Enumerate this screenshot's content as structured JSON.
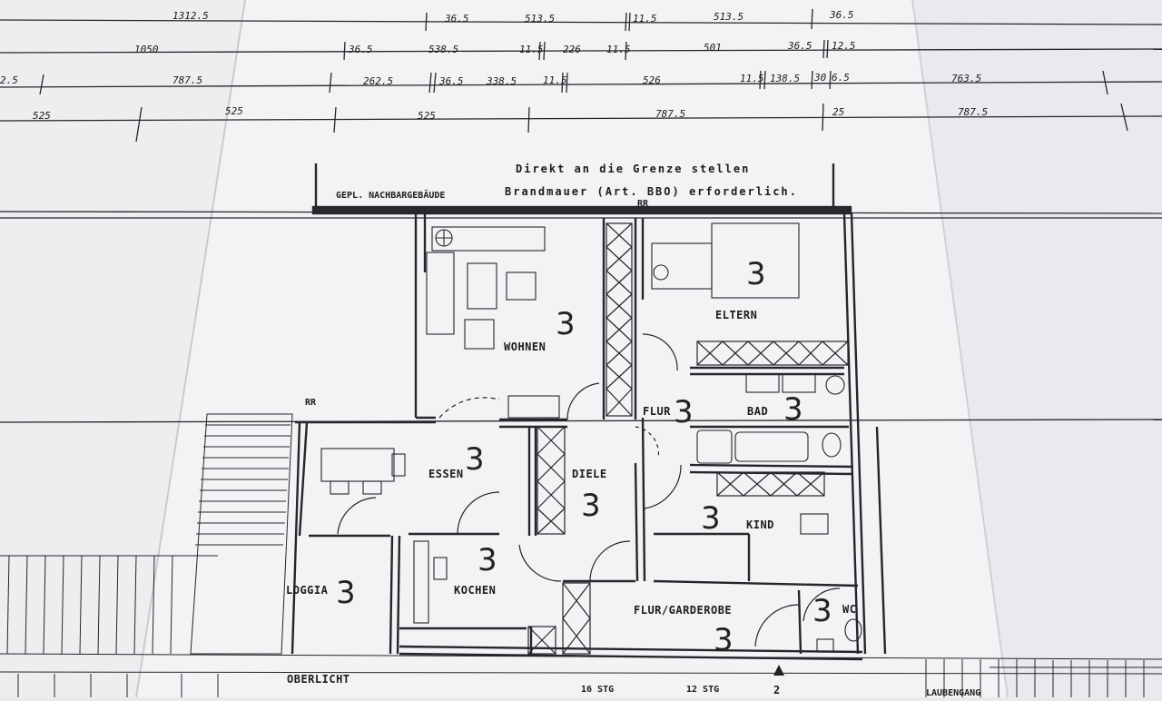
{
  "dimensions": {
    "row1": [
      "1312.5",
      "36.5",
      "513.5",
      "11.5",
      "513.5",
      "36.5"
    ],
    "row2": [
      "1050",
      "36.5",
      "538.5",
      "11.5",
      "226",
      "11.5",
      "501",
      "36.5",
      "12.5"
    ],
    "row3": [
      "2.5",
      "787.5",
      "262.5",
      "36.5",
      "338.5",
      "11.5",
      "526",
      "11.5",
      "138.5",
      "30",
      "6.5",
      "763.5"
    ],
    "row4": [
      "525",
      "525",
      "525",
      "787.5",
      "25",
      "787.5"
    ]
  },
  "notes": {
    "line1": "Direkt an die Grenze stellen",
    "line2": "Brandmauer (Art.    BBO) erforderlich.",
    "neighbor": "GEPL. NACHBARGEBÄUDE",
    "rr_top": "RR",
    "rr_side": "RR"
  },
  "rooms": {
    "wohnen": "WOHNEN",
    "eltern": "ELTERN",
    "flur": "FLUR",
    "bad": "BAD",
    "essen": "ESSEN",
    "diele": "DIELE",
    "kind": "KIND",
    "loggia": "LOGGIA",
    "kochen": "KOCHEN",
    "flur_garderobe": "FLUR/GARDEROBE",
    "wc": "WC",
    "oberlicht": "OBERLICHT"
  },
  "handwritten": "3",
  "stairs": {
    "stg16": "16 STG",
    "stg12": "12 STG",
    "arrow_num": "2",
    "laubengang": "LAUBENGANG"
  }
}
